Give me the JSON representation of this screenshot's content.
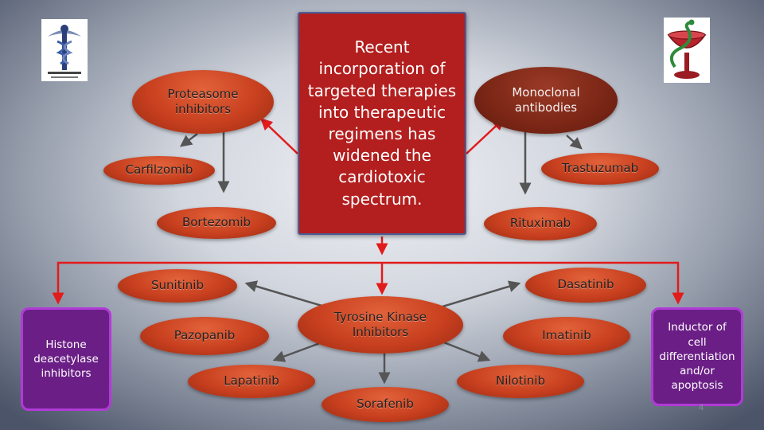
{
  "center": {
    "text": "Recent incorporation of targeted therapies into therapeutic regimens has widened the cardiotoxic spectrum."
  },
  "left_group": {
    "title": "Proteasome inhibitors",
    "items": [
      "Carfilzomib",
      "Bortezomib"
    ]
  },
  "right_group": {
    "title": "Monoclonal antibodies",
    "items": [
      "Trastuzumab",
      "Rituximab"
    ]
  },
  "tki_group": {
    "title": "Tyrosine Kinase Inhibitors",
    "items": [
      "Sunitinib",
      "Dasatinib",
      "Pazopanib",
      "Imatinib",
      "Lapatinib",
      "Nilotinib",
      "Sorafenib"
    ]
  },
  "side_boxes": {
    "left": "Histone deacetylase inhibitors",
    "right": "Inductor of cell differentiation and/or apoptosis"
  },
  "slide_number": "4",
  "colors": {
    "arrow_red": "#e21b1b",
    "arrow_gray": "#5a5a5a",
    "box_red": "#b31e1e",
    "purple": "#6b1f86"
  }
}
